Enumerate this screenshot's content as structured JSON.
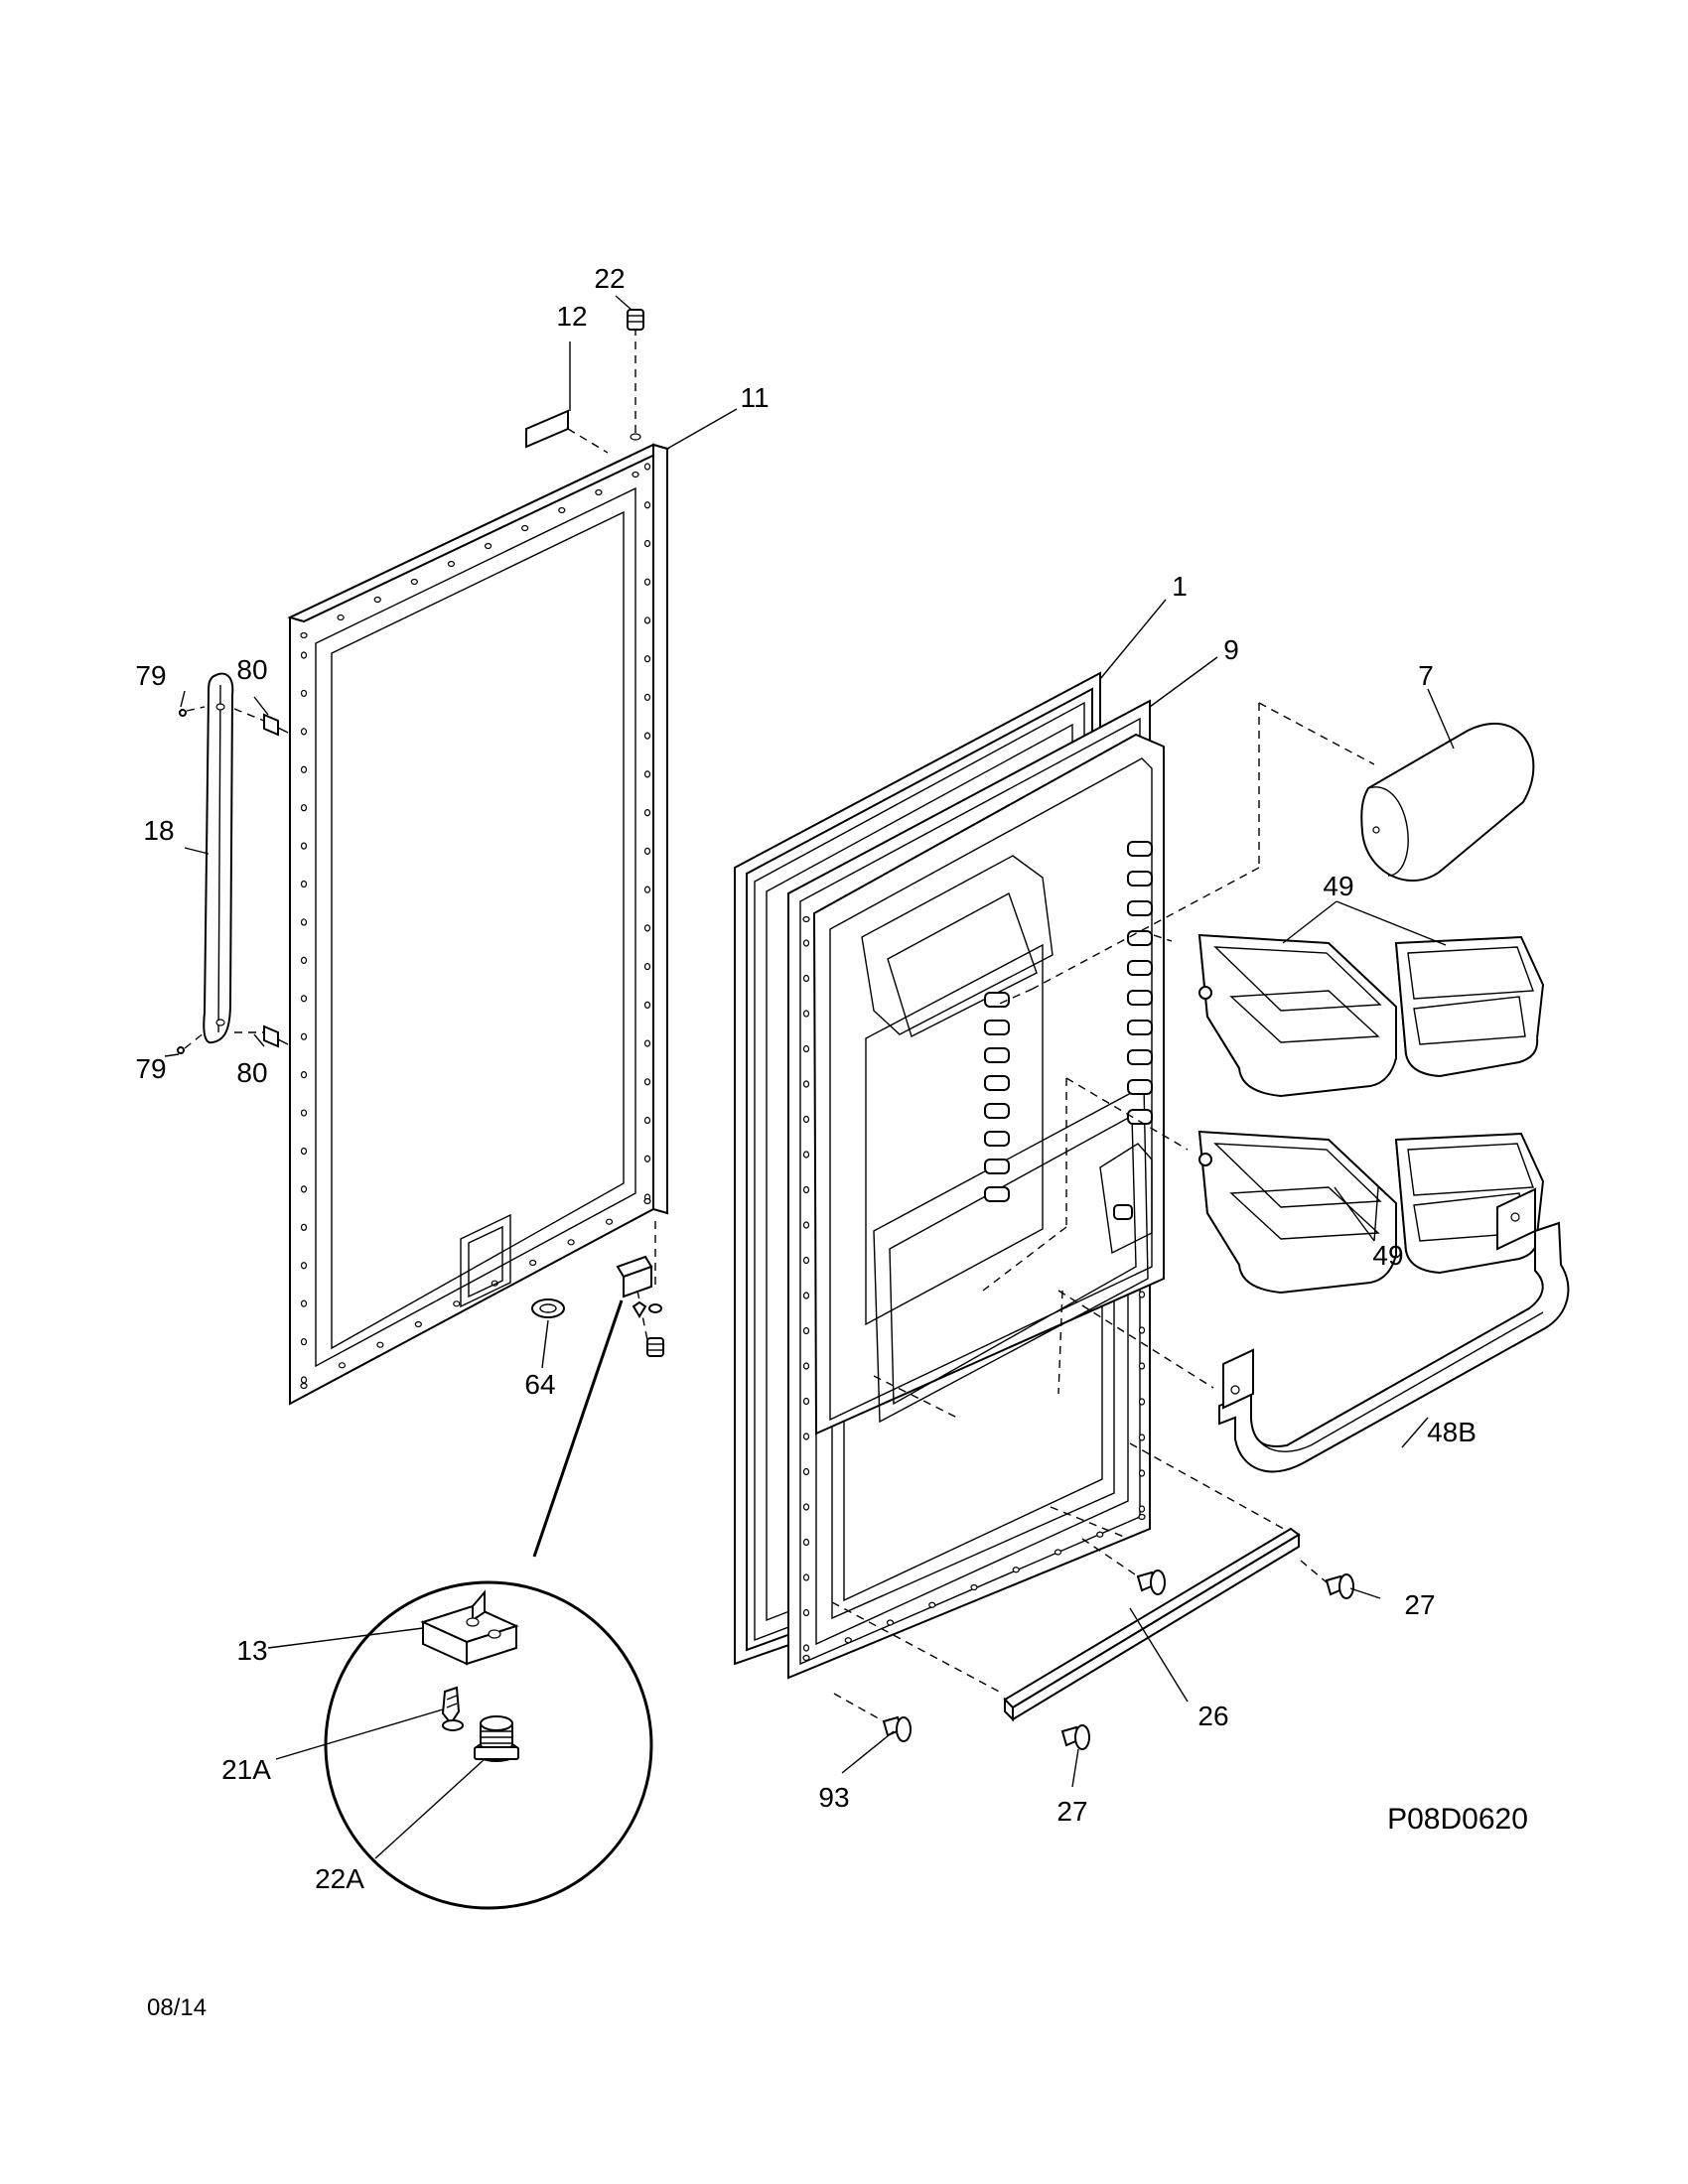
{
  "diagram": {
    "drawing_code": "P08D0620",
    "date_code": "08/14",
    "callouts": {
      "c22_top": "22",
      "c12": "12",
      "c11": "11",
      "c79_top": "79",
      "c80_top": "80",
      "c18": "18",
      "c79_bottom": "79",
      "c80_bottom": "80",
      "c64": "64",
      "c1": "1",
      "c9": "9",
      "c7": "7",
      "c49_top": "49",
      "c49_bottom": "49",
      "c48b": "48B",
      "c27_right": "27",
      "c26": "26",
      "c27_bottom": "27",
      "c93": "93",
      "c13": "13",
      "c21a": "21A",
      "c22a": "22A"
    }
  }
}
